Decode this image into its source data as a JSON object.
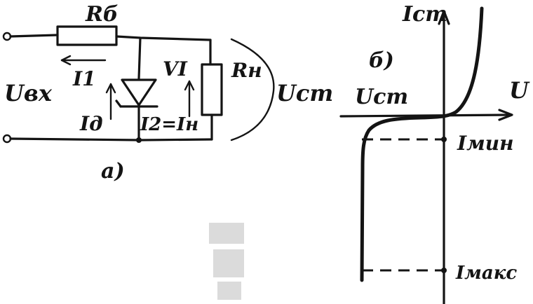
{
  "circuit": {
    "resistor_label": "Rб",
    "input_voltage_label": "Uвх",
    "current_i1_label": "I1",
    "current_id_label": "Iд",
    "diode_label": "VI",
    "current_eq_label": "I2=Iн",
    "load_label": "Rн",
    "output_voltage_label": "Uст",
    "caption": "а)"
  },
  "characteristic": {
    "caption": "б)",
    "y_axis_label": "Iст",
    "x_axis_label": "U",
    "voltage_marker_label": "Uст",
    "i_min_label": "Iмин",
    "i_max_label": "Iмакс"
  },
  "colors": {
    "ink": "#141414",
    "paper": "#ffffff"
  }
}
